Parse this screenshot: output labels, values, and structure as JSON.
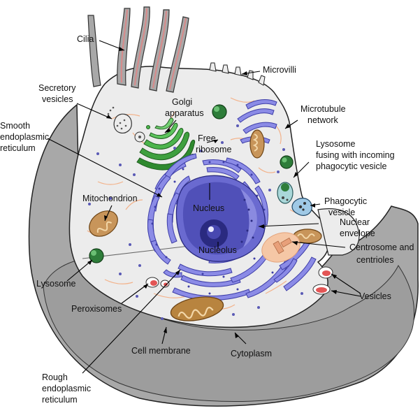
{
  "labels": {
    "cilia": "Cilia",
    "microvilli": "Microvilli",
    "secretory_1": "Secretory",
    "secretory_2": "vesicles",
    "golgi_1": "Golgi",
    "golgi_2": "apparatus",
    "microtubule_1": "Microtubule",
    "microtubule_2": "network",
    "smooth_er_1": "Smooth",
    "smooth_er_2": "endoplasmic",
    "smooth_er_3": "reticulum",
    "free_ribosome_1": "Free",
    "free_ribosome_2": "ribosome",
    "lysosome_fusing_1": "Lysosome",
    "lysosome_fusing_2": "fusing with incoming",
    "lysosome_fusing_3": "phagocytic vesicle",
    "mitochondrion": "Mitochondrion",
    "nucleus": "Nucleus",
    "phagocytic_1": "Phagocytic",
    "phagocytic_2": "vesicle",
    "nuclear_env_1": "Nuclear",
    "nuclear_env_2": "envelope",
    "nucleolus": "Nucleolus",
    "centrosome_1": "Centrosome and",
    "centrosome_2": "centrioles",
    "lysosome": "Lysosome",
    "peroxisomes": "Peroxisomes",
    "vesicles": "Vesicles",
    "cell_membrane": "Cell membrane",
    "cytoplasm": "Cytoplasm",
    "rough_er_1": "Rough",
    "rough_er_2": "endoplasmic",
    "rough_er_3": "reticulum"
  },
  "colors": {
    "cell_outer": "#a9a9a9",
    "cell_side": "#8e8e8e",
    "cytoplasm": "#ececec",
    "er": "#8b8be6",
    "er_stroke": "#3e3ea8",
    "nucleus": "#5050b8",
    "nucleus_dark": "#33338a",
    "golgi": "#3fa03f",
    "mitochondria": "#c8955a",
    "lysosome": "#2e7d3a",
    "vesicle_red": "#e35555",
    "fibers": "#f3b28a",
    "label_leader": "#000000"
  }
}
